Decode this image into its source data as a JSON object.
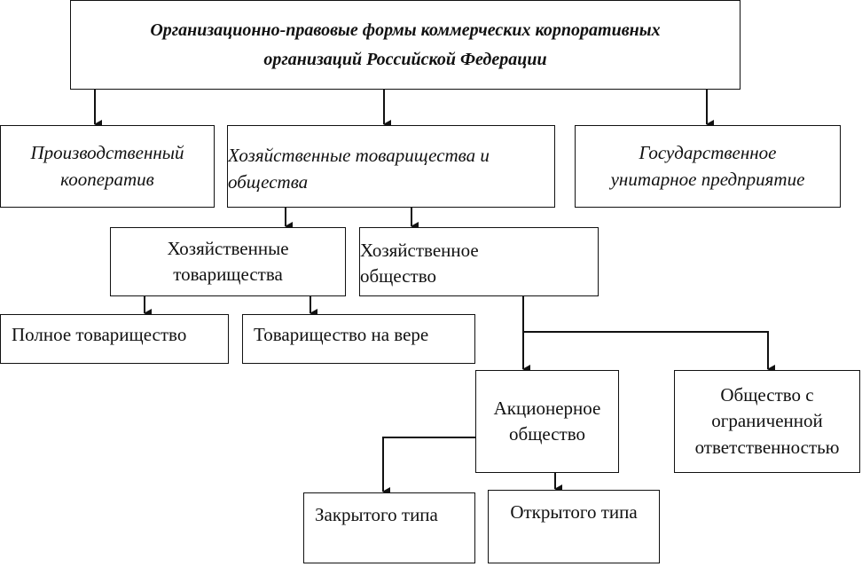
{
  "diagram": {
    "title_line1": "Организационно-правовые формы коммерческих корпоративных",
    "title_line2": "организаций Российской Федерации",
    "nodes": {
      "coop": [
        "Производственный",
        "кооператив"
      ],
      "partnerships_and_companies": [
        "Хозяйственные товарищества и",
        "общества"
      ],
      "state_enterprise": [
        "Государственное",
        "унитарное предприятие"
      ],
      "partnerships": [
        "Хозяйственные",
        "товарищества"
      ],
      "company": [
        "Хозяйственное",
        "общество"
      ],
      "full_partnership": "Полное товарищество",
      "limited_partnership": "Товарищество на вере",
      "joint_stock": [
        "Акционерное",
        "общество"
      ],
      "llc": [
        "Общество с",
        "ограниченной",
        "ответственностью"
      ],
      "closed_type": "Закрытого типа",
      "open_type": "Открытого типа"
    },
    "edges": [
      [
        "title",
        "coop"
      ],
      [
        "title",
        "partnerships_and_companies"
      ],
      [
        "title",
        "state_enterprise"
      ],
      [
        "partnerships_and_companies",
        "partnerships"
      ],
      [
        "partnerships_and_companies",
        "company"
      ],
      [
        "partnerships",
        "full_partnership"
      ],
      [
        "partnerships",
        "limited_partnership"
      ],
      [
        "company",
        "joint_stock"
      ],
      [
        "company",
        "llc"
      ],
      [
        "joint_stock",
        "closed_type"
      ],
      [
        "joint_stock",
        "open_type"
      ]
    ]
  }
}
